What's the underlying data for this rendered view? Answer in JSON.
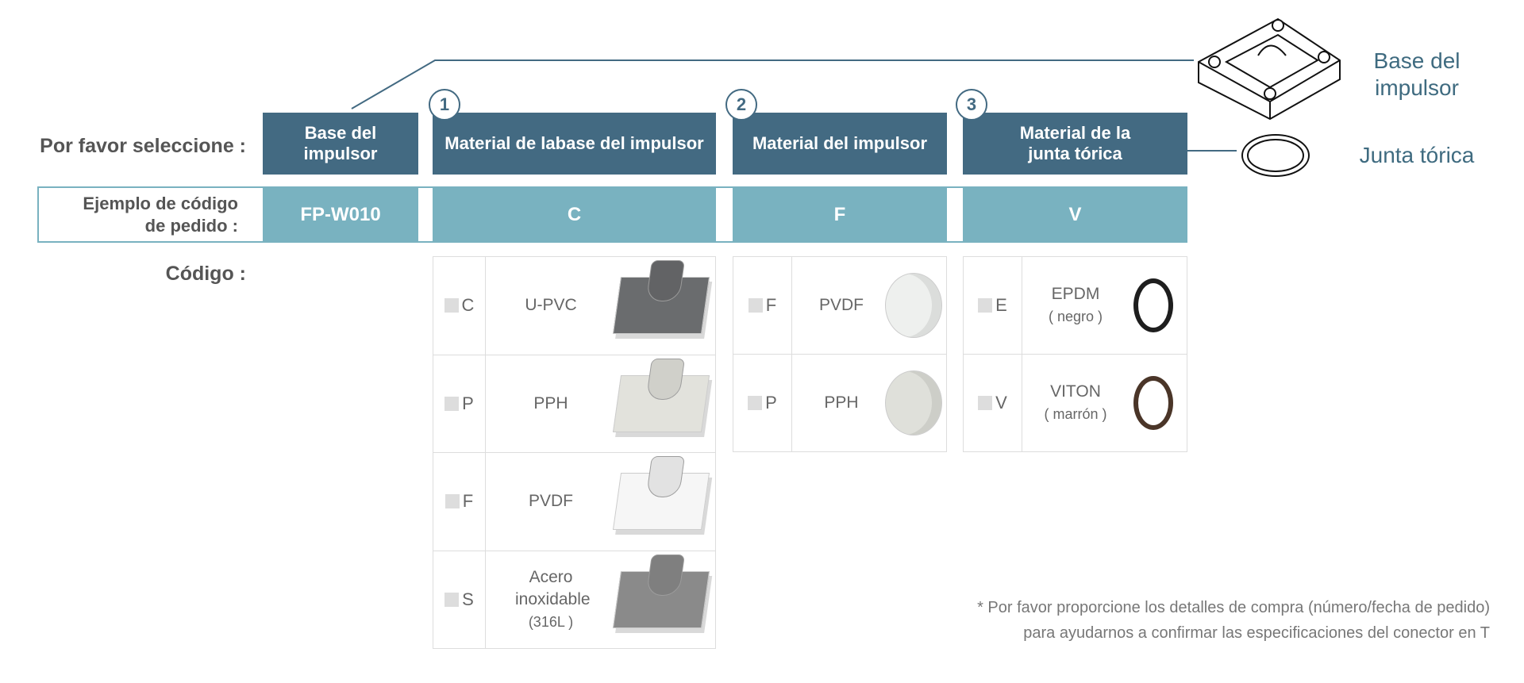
{
  "labels": {
    "select": "Por favor seleccione :",
    "example_line1": "Ejemplo de código",
    "example_line2": "de pedido :",
    "code": "Código :"
  },
  "headers": [
    {
      "line1": "Base del",
      "line2": "impulsor"
    },
    {
      "num": "1",
      "line1": "Material de labase del impulsor",
      "line2": ""
    },
    {
      "num": "2",
      "line1": "Material del impulsor",
      "line2": ""
    },
    {
      "num": "3",
      "line1": "Material de la",
      "line2": "junta tórica"
    }
  ],
  "example_codes": [
    "FP-W010",
    "C",
    "F",
    "V"
  ],
  "tables": [
    {
      "rows": [
        {
          "code": "C",
          "name": "U-PVC",
          "sub": "",
          "image": "base-upvc",
          "color": "#6a6c6e"
        },
        {
          "code": "P",
          "name": "PPH",
          "sub": "",
          "image": "base-pph",
          "color": "#e2e2dc"
        },
        {
          "code": "F",
          "name": "PVDF",
          "sub": "",
          "image": "base-pvdf",
          "color": "#f6f6f6"
        },
        {
          "code": "S",
          "name": "Acero inoxidable",
          "sub": "(316L )",
          "image": "base-steel",
          "color": "#8a8a8a"
        }
      ]
    },
    {
      "rows": [
        {
          "code": "F",
          "name": "PVDF",
          "sub": "",
          "image": "impeller-pvdf",
          "color": "#eef0ee"
        },
        {
          "code": "P",
          "name": "PPH",
          "sub": "",
          "image": "impeller-pph",
          "color": "#dfe0da"
        }
      ]
    },
    {
      "rows": [
        {
          "code": "E",
          "name": "EPDM",
          "sub": "( negro )",
          "image": "oring-black",
          "color": "#1e1e1e"
        },
        {
          "code": "V",
          "name": "VITON",
          "sub": "( marrón )",
          "image": "oring-brown",
          "color": "#4a3528"
        }
      ]
    }
  ],
  "diagram": {
    "base_label_1": "Base del",
    "base_label_2": "impulsor",
    "oring_label": "Junta tórica"
  },
  "footnote": {
    "line1": "* Por favor proporcione los detalles de compra (número/fecha de pedido)",
    "line2": "para ayudarnos a confirmar las especificaciones del conector en T"
  },
  "colors": {
    "dark": "#436a82",
    "light": "#79b2c0"
  }
}
